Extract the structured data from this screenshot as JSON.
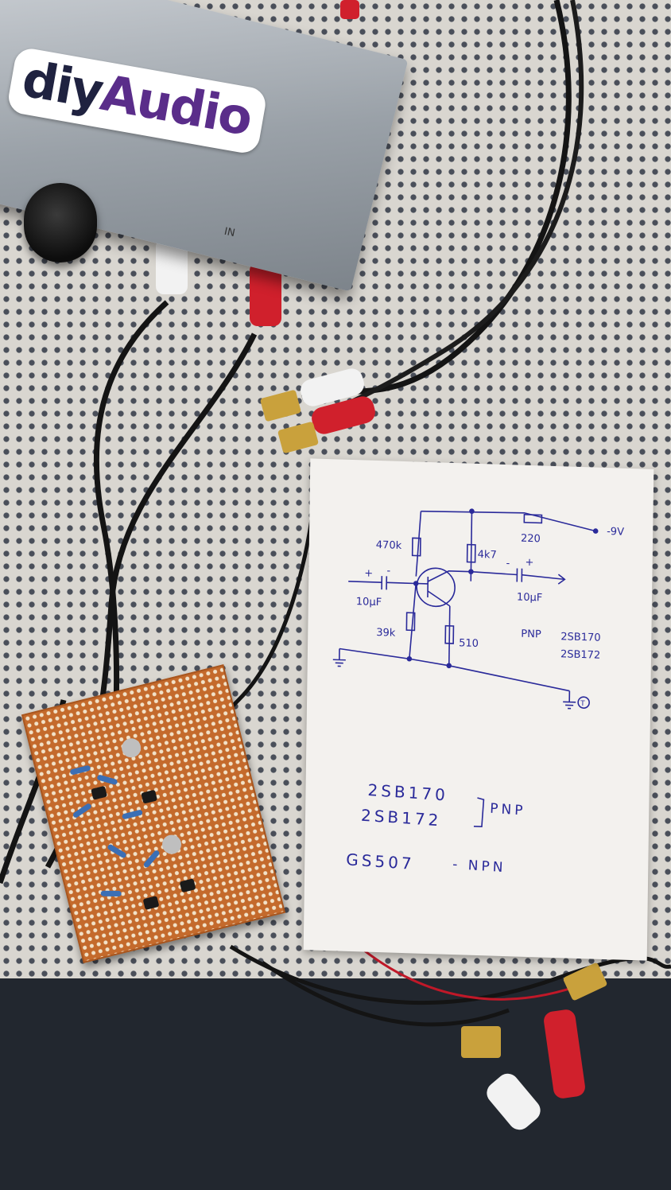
{
  "scene": {
    "logo_part1": "diy",
    "logo_part2": "Audio",
    "box_input_label": "IN",
    "colors": {
      "mat": "#d9d6d0",
      "metal_box": "#a6acb2",
      "logo_dark": "#1f2240",
      "logo_purple": "#5a2d8a",
      "perfboard": "#c46a2c",
      "ink": "#2a2a9a",
      "rca_red": "#d0202c",
      "rca_white": "#f2f2f2"
    },
    "objects": [
      "metal-enclosure",
      "volume-knob",
      "rca-cables",
      "perfboard",
      "paper-note"
    ]
  },
  "schematic": {
    "supply": "-9V",
    "r_collector_bias": "220",
    "r_top_bias": "470k",
    "r_collector": "4k7",
    "c_in": "10µF",
    "c_out": "10µF",
    "r_bottom_bias": "39k",
    "r_emitter": "510",
    "transistor_type": "PNP",
    "part_a": "2SB170",
    "part_b": "2SB172",
    "polarity_plus": "+",
    "polarity_minus": "-",
    "ground_marker": "T"
  },
  "notes": {
    "line1": "2SB170",
    "line2": "2SB172",
    "bracket_label": "PNP",
    "line3": "GS507",
    "line3_label": "- NPN"
  }
}
